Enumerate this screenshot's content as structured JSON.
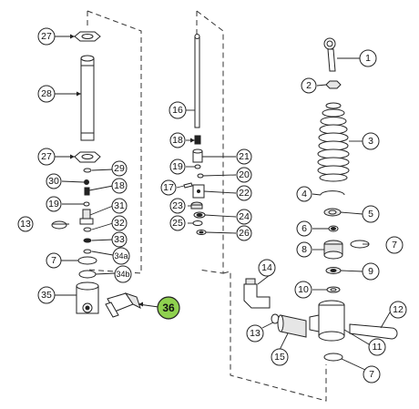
{
  "callouts": {
    "c1": "1",
    "c2": "2",
    "c3": "3",
    "c4": "4",
    "c5": "5",
    "c6": "6",
    "c7a": "7",
    "c7b": "7",
    "c7c": "7",
    "c8": "8",
    "c9": "9",
    "c10": "10",
    "c11": "11",
    "c12": "12",
    "c13a": "13",
    "c13b": "13",
    "c14": "14",
    "c15": "15",
    "c16": "16",
    "c17": "17",
    "c18a": "18",
    "c18b": "18",
    "c19a": "19",
    "c19b": "19",
    "c20": "20",
    "c21": "21",
    "c22": "22",
    "c23": "23",
    "c24": "24",
    "c25": "25",
    "c26": "26",
    "c27a": "27",
    "c27b": "27",
    "c28": "28",
    "c29": "29",
    "c30": "30",
    "c31": "31",
    "c32": "32",
    "c33": "33",
    "c34a": "34a",
    "c34b": "34b",
    "c35": "35",
    "c36": "36"
  },
  "colors": {
    "highlight": "#8fd14f",
    "line": "#222222"
  }
}
